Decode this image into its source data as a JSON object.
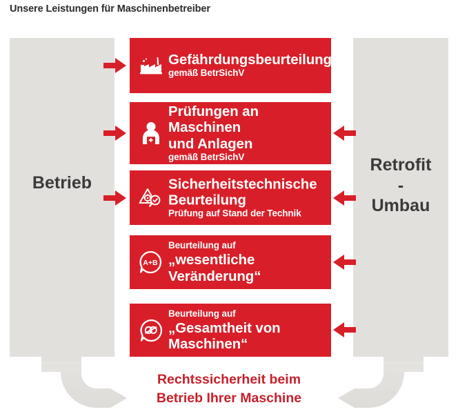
{
  "title": "Unsere Leistungen für Maschinenbetreiber",
  "colors": {
    "red": "#d81f29",
    "red_text": "#c8202b",
    "grey_pillar": "#e2e0dd",
    "title_text": "#2b2b2b",
    "pillar_text": "#3a3a3a",
    "white": "#ffffff"
  },
  "pillars": {
    "left": {
      "label": "Betrieb"
    },
    "right": {
      "label_line1": "Retrofit",
      "label_line2": "-",
      "label_line3": "Umbau"
    }
  },
  "services": [
    {
      "icon": "factory-icon",
      "headline": "Gefährdungsbeurteilung",
      "subline": "gemäß BetrSichV",
      "subline_position": "below",
      "arrow_left": true,
      "arrow_right": false
    },
    {
      "icon": "inspector-person-icon",
      "headline": "Prüfungen an Maschinen",
      "headline2": "und Anlagen",
      "subline": "gemäß BetrSichV",
      "subline_position": "below",
      "arrow_left": true,
      "arrow_right": true
    },
    {
      "icon": "warning-triangle-gear-magnifier-icon",
      "headline": "Sicherheitstechnische",
      "headline2": "Beurteilung",
      "subline": "Prüfung auf Stand der Technik",
      "subline_position": "below",
      "arrow_left": true,
      "arrow_right": true
    },
    {
      "icon": "speech-bubble-a-plus-b-icon",
      "subline": "Beurteilung auf",
      "headline": "„wesentliche Veränderung“",
      "subline_position": "above",
      "arrow_left": false,
      "arrow_right": true
    },
    {
      "icon": "speech-bubble-chain-link-icon",
      "subline": "Beurteilung auf",
      "headline": "„Gesamtheit von Maschinen“",
      "subline_position": "above",
      "arrow_left": false,
      "arrow_right": true
    }
  ],
  "caption": {
    "line1": "Rechtssicherheit beim",
    "line2": "Betrieb Ihrer Maschine"
  }
}
